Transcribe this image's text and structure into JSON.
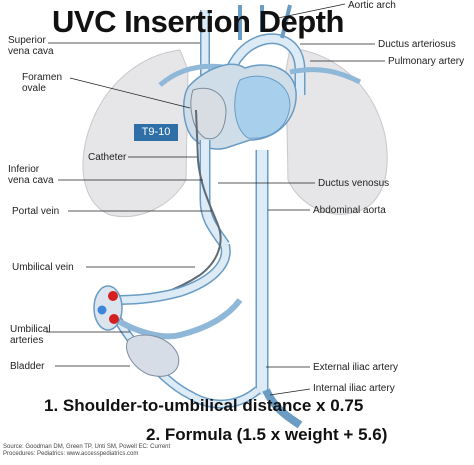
{
  "title": "UVC Insertion Depth",
  "badge": "T9-10",
  "labels": {
    "superior_vena_cava": [
      "Superior",
      "vena cava"
    ],
    "foramen_ovale": [
      "Foramen",
      "ovale"
    ],
    "catheter": "Catheter",
    "inferior_vena_cava": [
      "Inferior",
      "vena cava"
    ],
    "portal_vein": "Portal vein",
    "umbilical_vein": "Umbilical vein",
    "umbilical_arteries": [
      "Umbilical",
      "arteries"
    ],
    "bladder": "Bladder",
    "aortic_arch": "Aortic arch",
    "ductus_arteriosus": "Ductus arteriosus",
    "pulmonary_artery": "Pulmonary artery",
    "ductus_venosus": "Ductus venosus",
    "abdominal_aorta": "Abdominal aorta",
    "external_iliac_artery": "External iliac artery",
    "internal_iliac_artery": "Internal iliac artery"
  },
  "methods": [
    "1. Shoulder-to-umbilical distance x 0.75",
    "2. Formula (1.5 x weight + 5.6)"
  ],
  "source": [
    "Source: Goodman DM, Green TP, Unti SM, Powell EC: Current",
    "Procedures: Pediatrics: www.accesspediatrics.com"
  ],
  "colors": {
    "vessel_fill": "#dcebf6",
    "vessel_stroke": "#6a9cc4",
    "lung_fill": "#e6e6e8",
    "heart_fill": "#cfdde8",
    "badge": "#2e6fa8",
    "artery_dot": "#d42020",
    "vein_dot": "#3d86d8"
  }
}
